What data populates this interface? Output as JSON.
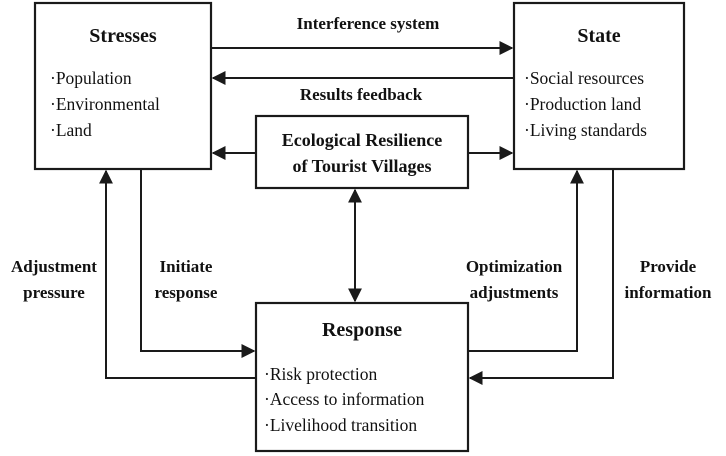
{
  "stresses": {
    "title": "Stresses",
    "items": [
      "·Population",
      "·Environmental",
      "·Land"
    ]
  },
  "state": {
    "title": "State",
    "items": [
      "·Social resources",
      "·Production land",
      "·Living standards"
    ]
  },
  "center": {
    "lines": [
      "Ecological Resilience",
      "of Tourist Villages"
    ]
  },
  "response": {
    "title": "Response",
    "items": [
      "·Risk protection",
      "·Access to information",
      "·Livelihood transition"
    ]
  },
  "labels": {
    "interference": "Interference system",
    "feedback": "Results feedback",
    "adjustment": [
      "Adjustment",
      "pressure"
    ],
    "initiate": [
      "Initiate",
      "response"
    ],
    "optimization": [
      "Optimization",
      "adjustments"
    ],
    "provide": [
      "Provide",
      "information"
    ]
  }
}
